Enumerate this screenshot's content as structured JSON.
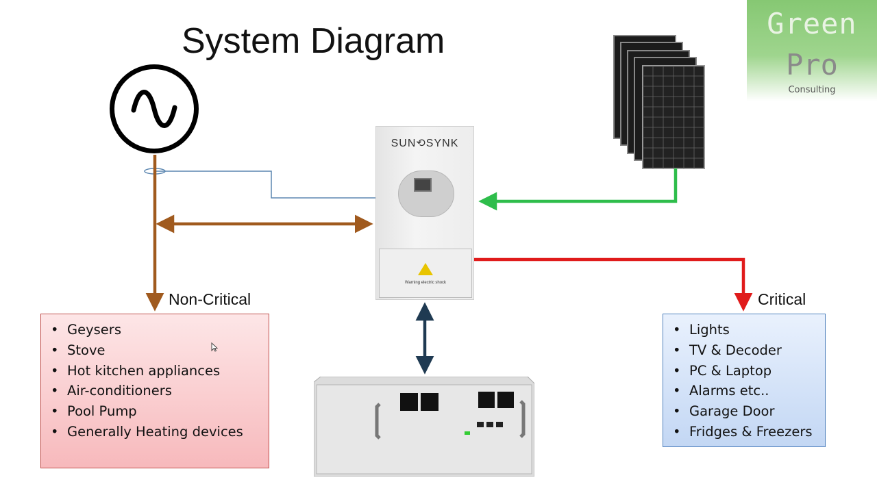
{
  "title": "System Diagram",
  "logo": {
    "line1": "Green",
    "line2": "Pro",
    "line3": "Consulting"
  },
  "inverter": {
    "brand": "SUN⟲SYNK",
    "warning": "Warning electric shock"
  },
  "labels": {
    "non_critical": "Non-Critical",
    "critical": "Critical"
  },
  "non_critical_items": [
    "Geysers",
    "Stove",
    "Hot kitchen appliances",
    "Air-conditioners",
    "Pool Pump",
    "Generally Heating devices"
  ],
  "critical_items": [
    "Lights",
    "TV & Decoder",
    "PC & Laptop",
    "Alarms etc..",
    "Garage Door",
    "Fridges & Freezers"
  ],
  "colors": {
    "grid_wire": "#a05a1e",
    "solar_wire": "#2ebd4b",
    "critical_wire": "#e01b1b",
    "battery_wire": "#1f3a52",
    "ct_wire": "#5b86b0"
  }
}
